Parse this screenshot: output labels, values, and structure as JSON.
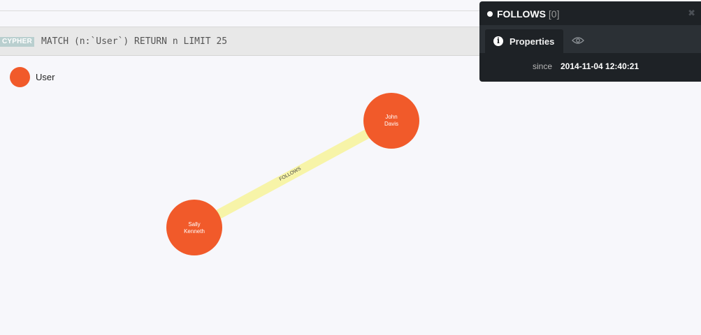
{
  "query_bar": {
    "tag": "CYPHER",
    "query": "MATCH (n:`User`) RETURN n LIMIT 25"
  },
  "legend": {
    "label": "User",
    "color": "#f15a2a"
  },
  "graph": {
    "nodes": [
      {
        "id": "john",
        "line1": "John",
        "line2": "Davis"
      },
      {
        "id": "sally",
        "line1": "Sally",
        "line2": "Kenneth"
      }
    ],
    "relationship": {
      "label": "FOLLOWS",
      "color": "#f7f4a8"
    }
  },
  "inspector": {
    "title": "FOLLOWS",
    "count": "[0]",
    "close_icon": "close-icon",
    "tab_properties": "Properties",
    "tab_icon": "info-icon",
    "tab_style_icon": "eye-icon",
    "property": {
      "key": "since",
      "value": "2014-11-04 12:40:21"
    }
  }
}
